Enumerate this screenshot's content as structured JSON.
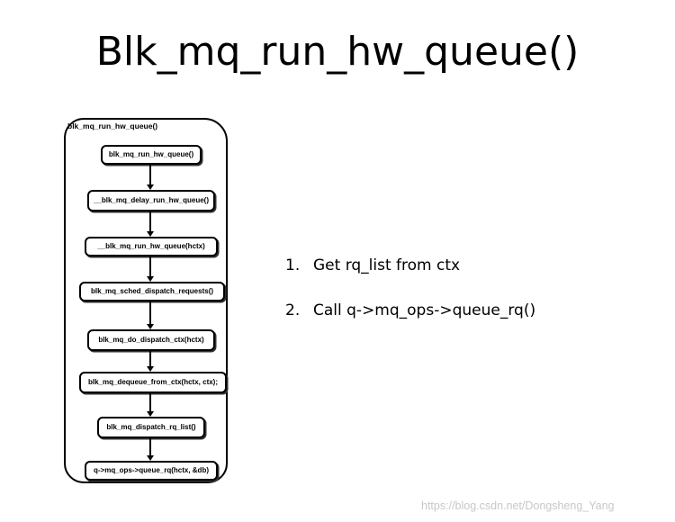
{
  "title": "Blk_mq_run_hw_queue()",
  "diagram": {
    "frame_label": "blk_mq_run_hw_queue()",
    "nodes": [
      "blk_mq_run_hw_queue()",
      "__blk_mq_delay_run_hw_queue()",
      "__blk_mq_run_hw_queue(hctx)",
      "blk_mq_sched_dispatch_requests()",
      "blk_mq_do_dispatch_ctx(hctx)",
      "blk_mq_dequeue_from_ctx(hctx, ctx);",
      "blk_mq_dispatch_rq_list()",
      "q->mq_ops->queue_rq(hctx, &db)"
    ],
    "edges": [
      [
        0,
        1
      ],
      [
        1,
        2
      ],
      [
        2,
        3
      ],
      [
        3,
        4
      ],
      [
        4,
        5
      ],
      [
        5,
        6
      ],
      [
        6,
        7
      ]
    ]
  },
  "steps": [
    {
      "number": "1.",
      "text": "Get rq_list from ctx"
    },
    {
      "number": "2.",
      "text": "Call q->mq_ops->queue_rq()"
    }
  ],
  "watermark": "https://blog.csdn.net/Dongsheng_Yang"
}
